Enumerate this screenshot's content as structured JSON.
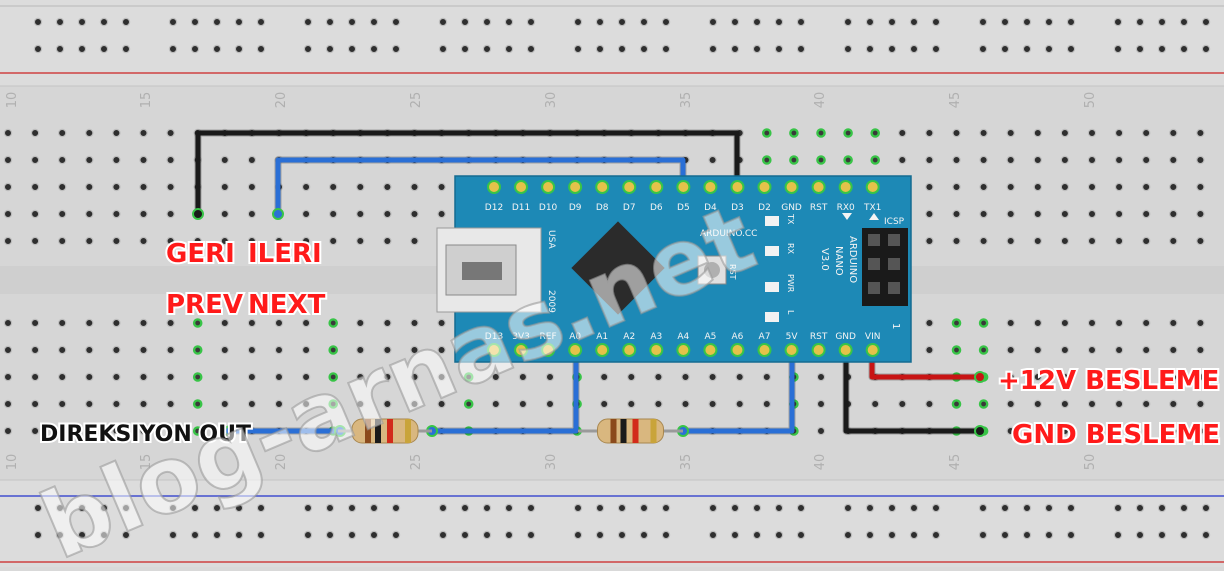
{
  "breadboard": {
    "column_numbers": [
      "10",
      "15",
      "20",
      "25",
      "30",
      "35",
      "40",
      "45",
      "50"
    ]
  },
  "arduino": {
    "top_pins": [
      "D12",
      "D11",
      "D10",
      "D9",
      "D8",
      "D7",
      "D6",
      "D5",
      "D4",
      "D3",
      "D2",
      "GND",
      "RST",
      "RX0",
      "TX1"
    ],
    "bottom_pins": [
      "D13",
      "3V3",
      "REF",
      "A0",
      "A1",
      "A2",
      "A3",
      "A4",
      "A5",
      "A6",
      "A7",
      "5V",
      "RST",
      "GND",
      "VIN"
    ],
    "brand": "ARDUINO.CC",
    "model_line1": "ARDUINO",
    "model_line2": "NANO",
    "model_line3": "V3.0",
    "usa": "USA",
    "year": "2009",
    "icsp": "ICSP",
    "icsp_pin1": "1",
    "rst_button": "RST",
    "led_tx": "TX",
    "led_rx": "RX",
    "led_pwr": "PWR",
    "led_l": "L"
  },
  "labels": {
    "geri": "GERI",
    "ileri": "ILERI",
    "prev": "PREV",
    "next": "NEXT",
    "direksiyon": "DIREKSIYON OUT",
    "besleme_12v": "+12V BESLEME",
    "gnd_besleme": "GND BESLEME"
  },
  "watermark": "blog-arnas.net",
  "colors": {
    "board": "#d9d9d9",
    "rail_red": "#cc2222",
    "rail_blue": "#2233cc",
    "wire_blue": "#2a6fd6",
    "wire_black": "#1a1a1a",
    "wire_red": "#c81414",
    "nano_blue": "#1d89b6",
    "label_red": "#ff1a1a"
  }
}
